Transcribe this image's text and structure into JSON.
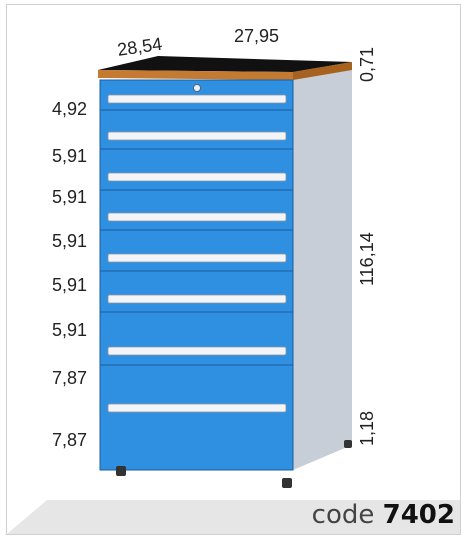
{
  "dimensions": {
    "depth": "28,54",
    "width": "27,95",
    "top_thickness": "0,71",
    "height": "116,14",
    "plinth": "1,18"
  },
  "drawer_heights": [
    "4,92",
    "5,91",
    "5,91",
    "5,91",
    "5,91",
    "5,91",
    "7,87",
    "7,87"
  ],
  "code": {
    "prefix": "code",
    "number": "7402"
  },
  "colors": {
    "drawer_blue": "#2f8fe0",
    "side_grey": "#c7cdd6",
    "top_wood": "#c47a30"
  }
}
